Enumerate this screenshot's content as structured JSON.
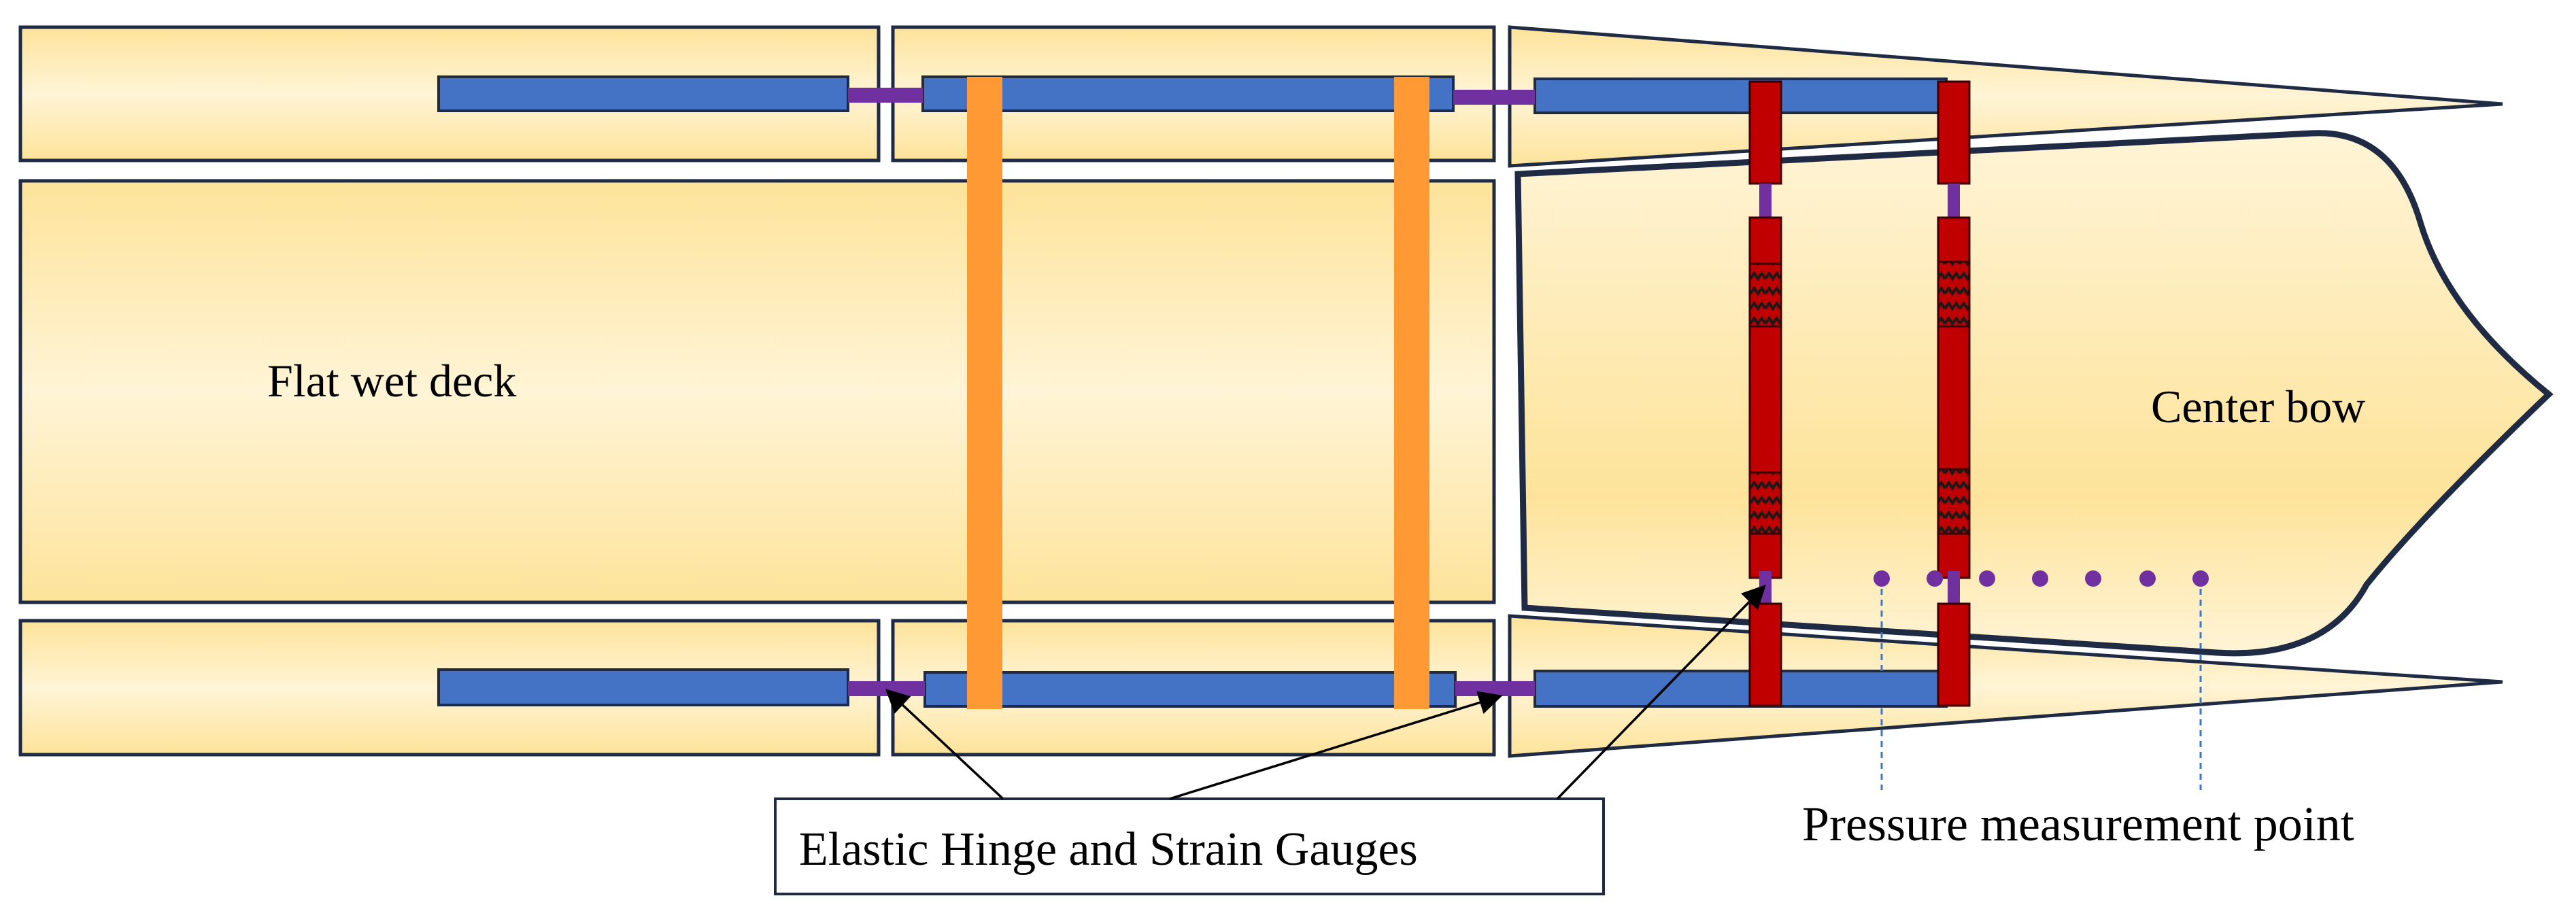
{
  "labels": {
    "flat_wet_deck": "Flat wet deck",
    "center_bow": "Center bow",
    "hinge_callout": "Elastic Hinge and Strain Gauges",
    "pressure_point": "Pressure measurement point"
  },
  "colors": {
    "panel_fill_light": "#fff4d6",
    "panel_fill_dark": "#fde39a",
    "outline": "#1f2a44",
    "steel_beam": "#4472c4",
    "hinge": "#7030a0",
    "cross_beam": "#ff9933",
    "frame": "#c00000",
    "pressure_dot": "#7030a0",
    "leader_dash": "#4472c4"
  },
  "icons": {
    "strain_gauge": "zigzag-gauge-icon",
    "pressure_point": "dot-marker"
  }
}
